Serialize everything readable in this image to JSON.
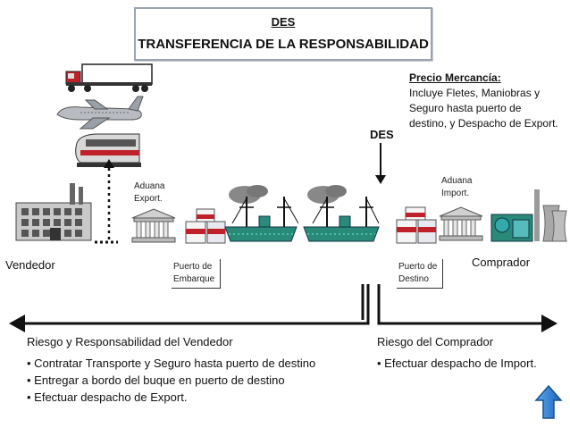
{
  "header": {
    "code": "DES",
    "title": "TRANSFERENCIA DE LA RESPONSABILIDAD"
  },
  "price_note": {
    "title": "Precio Mercancía:",
    "body": "Incluye Fletes, Maniobras y Seguro hasta puerto de destino, y Despacho de Export."
  },
  "transfer_point": {
    "label": "DES"
  },
  "labels": {
    "seller": "Vendedor",
    "buyer": "Comprador",
    "customs_export": [
      "Aduana",
      "Export."
    ],
    "customs_import": [
      "Aduana",
      "Import."
    ],
    "port_loading": [
      "Puerto de",
      "Embarque"
    ],
    "port_destination": [
      "Puerto de",
      "Destino"
    ]
  },
  "seller_risk": {
    "title": "Riesgo y Responsabilidad del Vendedor",
    "items": [
      "• Contratar Transporte y Seguro hasta puerto de destino",
      "• Entregar a bordo del buque en puerto de destino",
      "• Efectuar despacho de Export."
    ]
  },
  "buyer_risk": {
    "title": "Riesgo del Comprador",
    "items": [
      "• Efectuar despacho de Import."
    ]
  },
  "colors": {
    "arrow": "#111111",
    "nav_button": "#2f7fd0",
    "container_red": "#c0202a",
    "ship_teal": "#2a8a7a"
  },
  "icons": [
    "truck-icon",
    "airplane-icon",
    "train-icon",
    "factory-icon",
    "customs-building-icon",
    "container-icon",
    "ship-icon",
    "industrial-plant-icon",
    "up-arrow-icon"
  ]
}
